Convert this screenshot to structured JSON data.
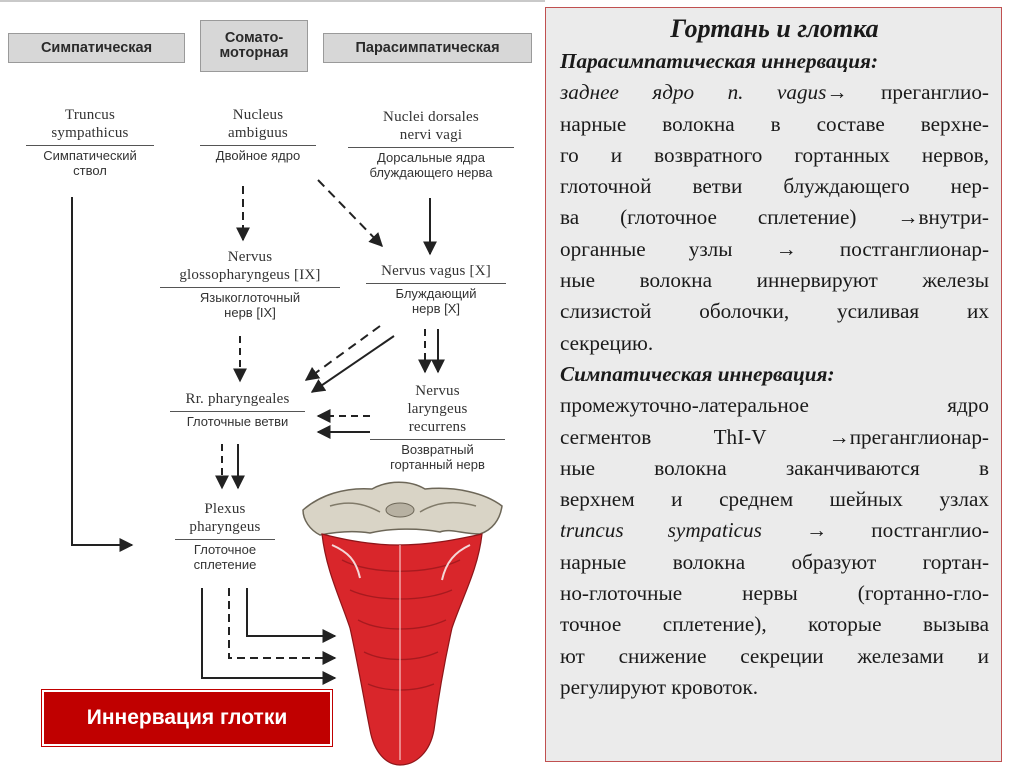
{
  "headers": {
    "sympathetic": "Симпатическая",
    "somatomotor_line1": "Сомато-",
    "somatomotor_line2": "моторная",
    "parasympathetic": "Парасимпатическая"
  },
  "nodes": {
    "truncus": {
      "lat1": "Truncus",
      "lat2": "sympathicus",
      "rus1": "Симпатический",
      "rus2": "ствол"
    },
    "ambiguus": {
      "lat1": "Nucleus",
      "lat2": "ambiguus",
      "rus1": "Двойное ядро"
    },
    "dorsales": {
      "lat1": "Nuclei dorsales",
      "lat2": "nervi vagi",
      "rus1": "Дорсальные ядра",
      "rus2": "блуждающего нерва"
    },
    "glosso": {
      "lat1": "Nervus",
      "lat2": "glossopharyngeus [IX]",
      "rus1": "Языкоглоточный",
      "rus2": "нерв [IX]"
    },
    "vagus": {
      "lat1": "Nervus vagus [X]",
      "rus1": "Блуждающий",
      "rus2": "нерв [X]"
    },
    "pharyngeales": {
      "lat1": "Rr. pharyngeales",
      "rus1": "Глоточные ветви"
    },
    "laryngeus": {
      "lat1": "Nervus",
      "lat2": "laryngeus",
      "lat3": "recurrens",
      "rus1": "Возвратный",
      "rus2": "гортанный нерв"
    },
    "plexus": {
      "lat1": "Plexus",
      "lat2": "pharyngeus",
      "rus1": "Глоточное",
      "rus2": "сплетение"
    }
  },
  "label": "Иннервация глотки",
  "colors": {
    "label_bg": "#c00000",
    "panel_bg": "#ebebeb",
    "header_bg": "#d7d7d7",
    "muscle": "#d9262b"
  },
  "panel": {
    "title": "Гортань и глотка",
    "para_head": "Парасимпатическая иннервация:",
    "p1_it": "заднее ядро n. vagus",
    "p1_rest": "→ преганглио-",
    "p2": "нарные волокна в  составе  верхне-",
    "p3": "го и возвратного гортанных нервов,",
    "p4": "глоточной ветви блуждающего нер-",
    "p5": "ва (глоточное сплетение) →внутри-",
    "p6": "органные узлы → постганглионар-",
    "p7": "ные волокна  иннервируют железы",
    "p8": "слизистой  оболочки,  усиливая  их",
    "p9": "секрецию.",
    "symp_head": "Симпатическая иннервация:",
    "s1": "промежуточно-латеральное    ядро",
    "s2": " сегментов ThI-V →преганглионар-",
    "s3": "ные    волокна     заканчиваются  в",
    "s4": "верхнем и среднем  шейных  узлах",
    "s5_it": "truncus  sympaticus",
    "s5_rest": " →  постганглио-",
    "s6": "нарные  волокна  образуют  гортан-",
    "s7": "но-глоточные нервы (гортанно-гло-",
    "s8": "точное сплетение), которые вызыва",
    "s9": "ют снижение секреции железами и",
    "s10": "регулируют кровоток."
  }
}
